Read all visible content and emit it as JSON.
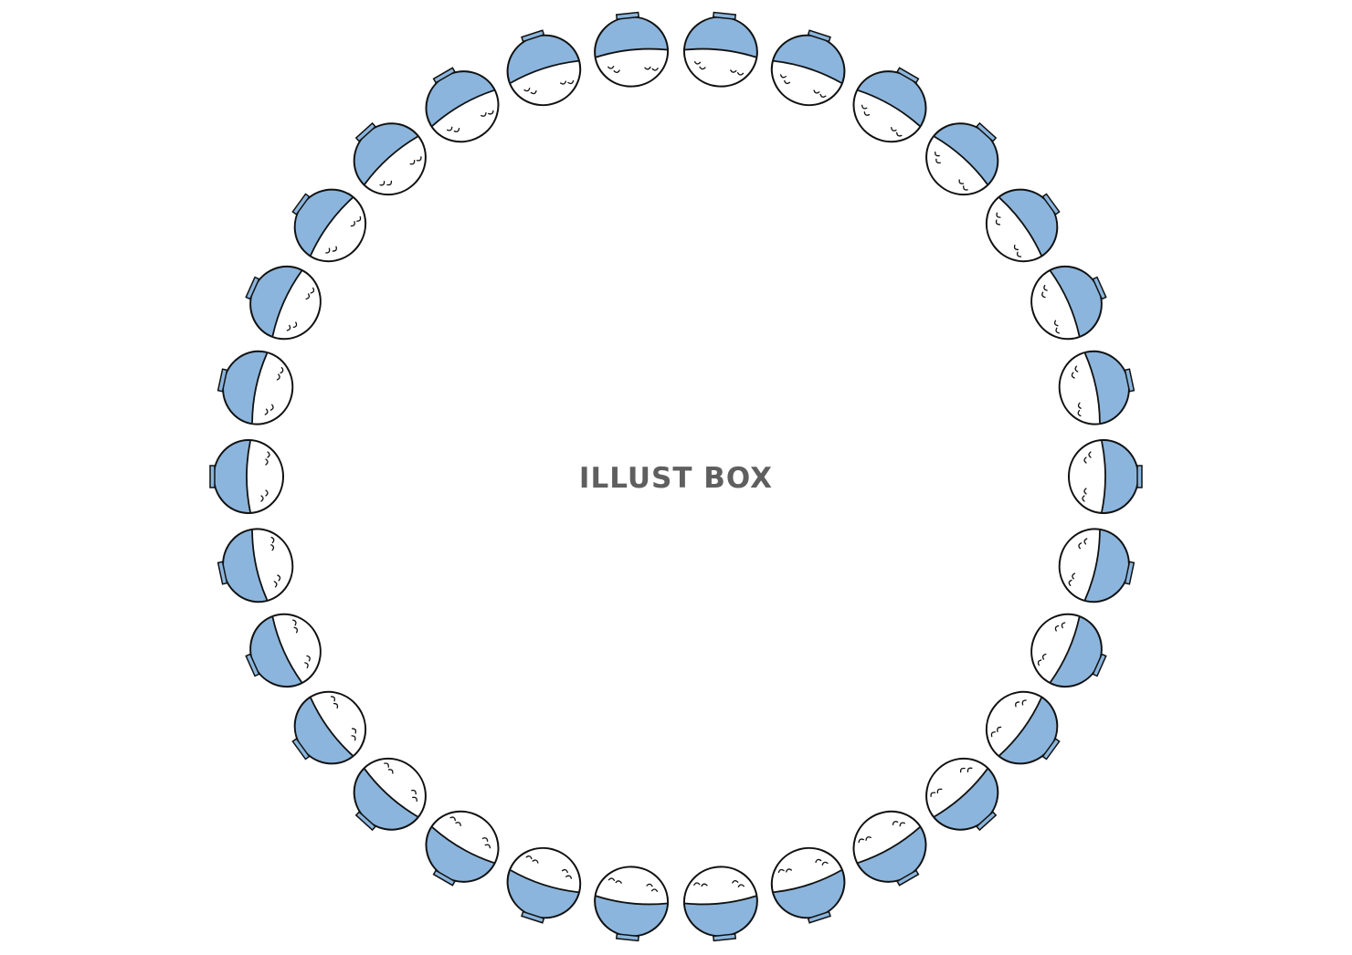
{
  "watermark": {
    "text": "ILLUST BOX"
  },
  "frame": {
    "shape": "circle",
    "item_icon": "rice-bowl-icon",
    "item_count": 30,
    "colors": {
      "bowl": "#8bb5dc",
      "rice": "#ffffff",
      "outline": "#111111"
    }
  }
}
